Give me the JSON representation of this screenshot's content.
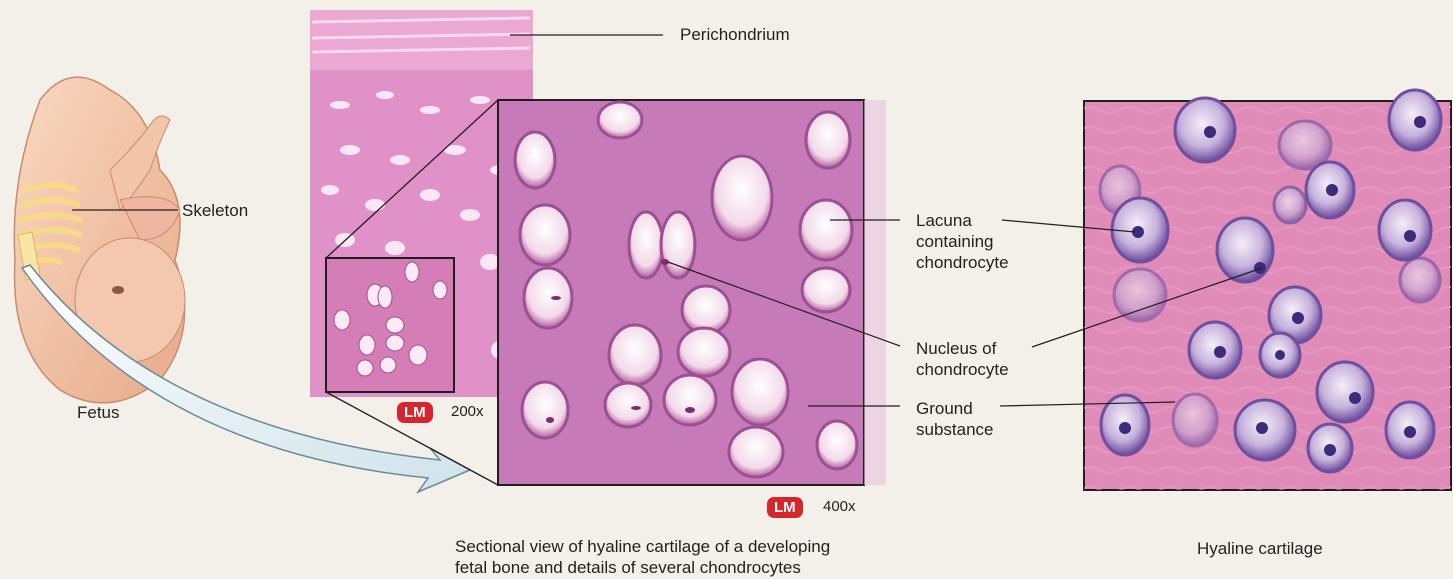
{
  "labels": {
    "perichondrium": "Perichondrium",
    "skeleton": "Skeleton",
    "fetus": "Fetus",
    "lacuna": "Lacuna\ncontaining\nchondrocyte",
    "nucleus": "Nucleus of\nchondrocyte",
    "ground": "Ground\nsubstance",
    "caption_left": "Sectional view of hyaline cartilage of a developing\nfetal bone and details of several chondrocytes",
    "caption_right": "Hyaline cartilage"
  },
  "micrographs": [
    {
      "badge": "LM",
      "magnification": "200x"
    },
    {
      "badge": "LM",
      "magnification": "400x"
    }
  ],
  "colors": {
    "background": "#f3f0ea",
    "tissue": "#d989c0",
    "tissue_dark": "#b85fa4",
    "badge": "#d6262d",
    "illustration_matrix": "#e08bb8",
    "illustration_cell": "#7a5aa8"
  }
}
